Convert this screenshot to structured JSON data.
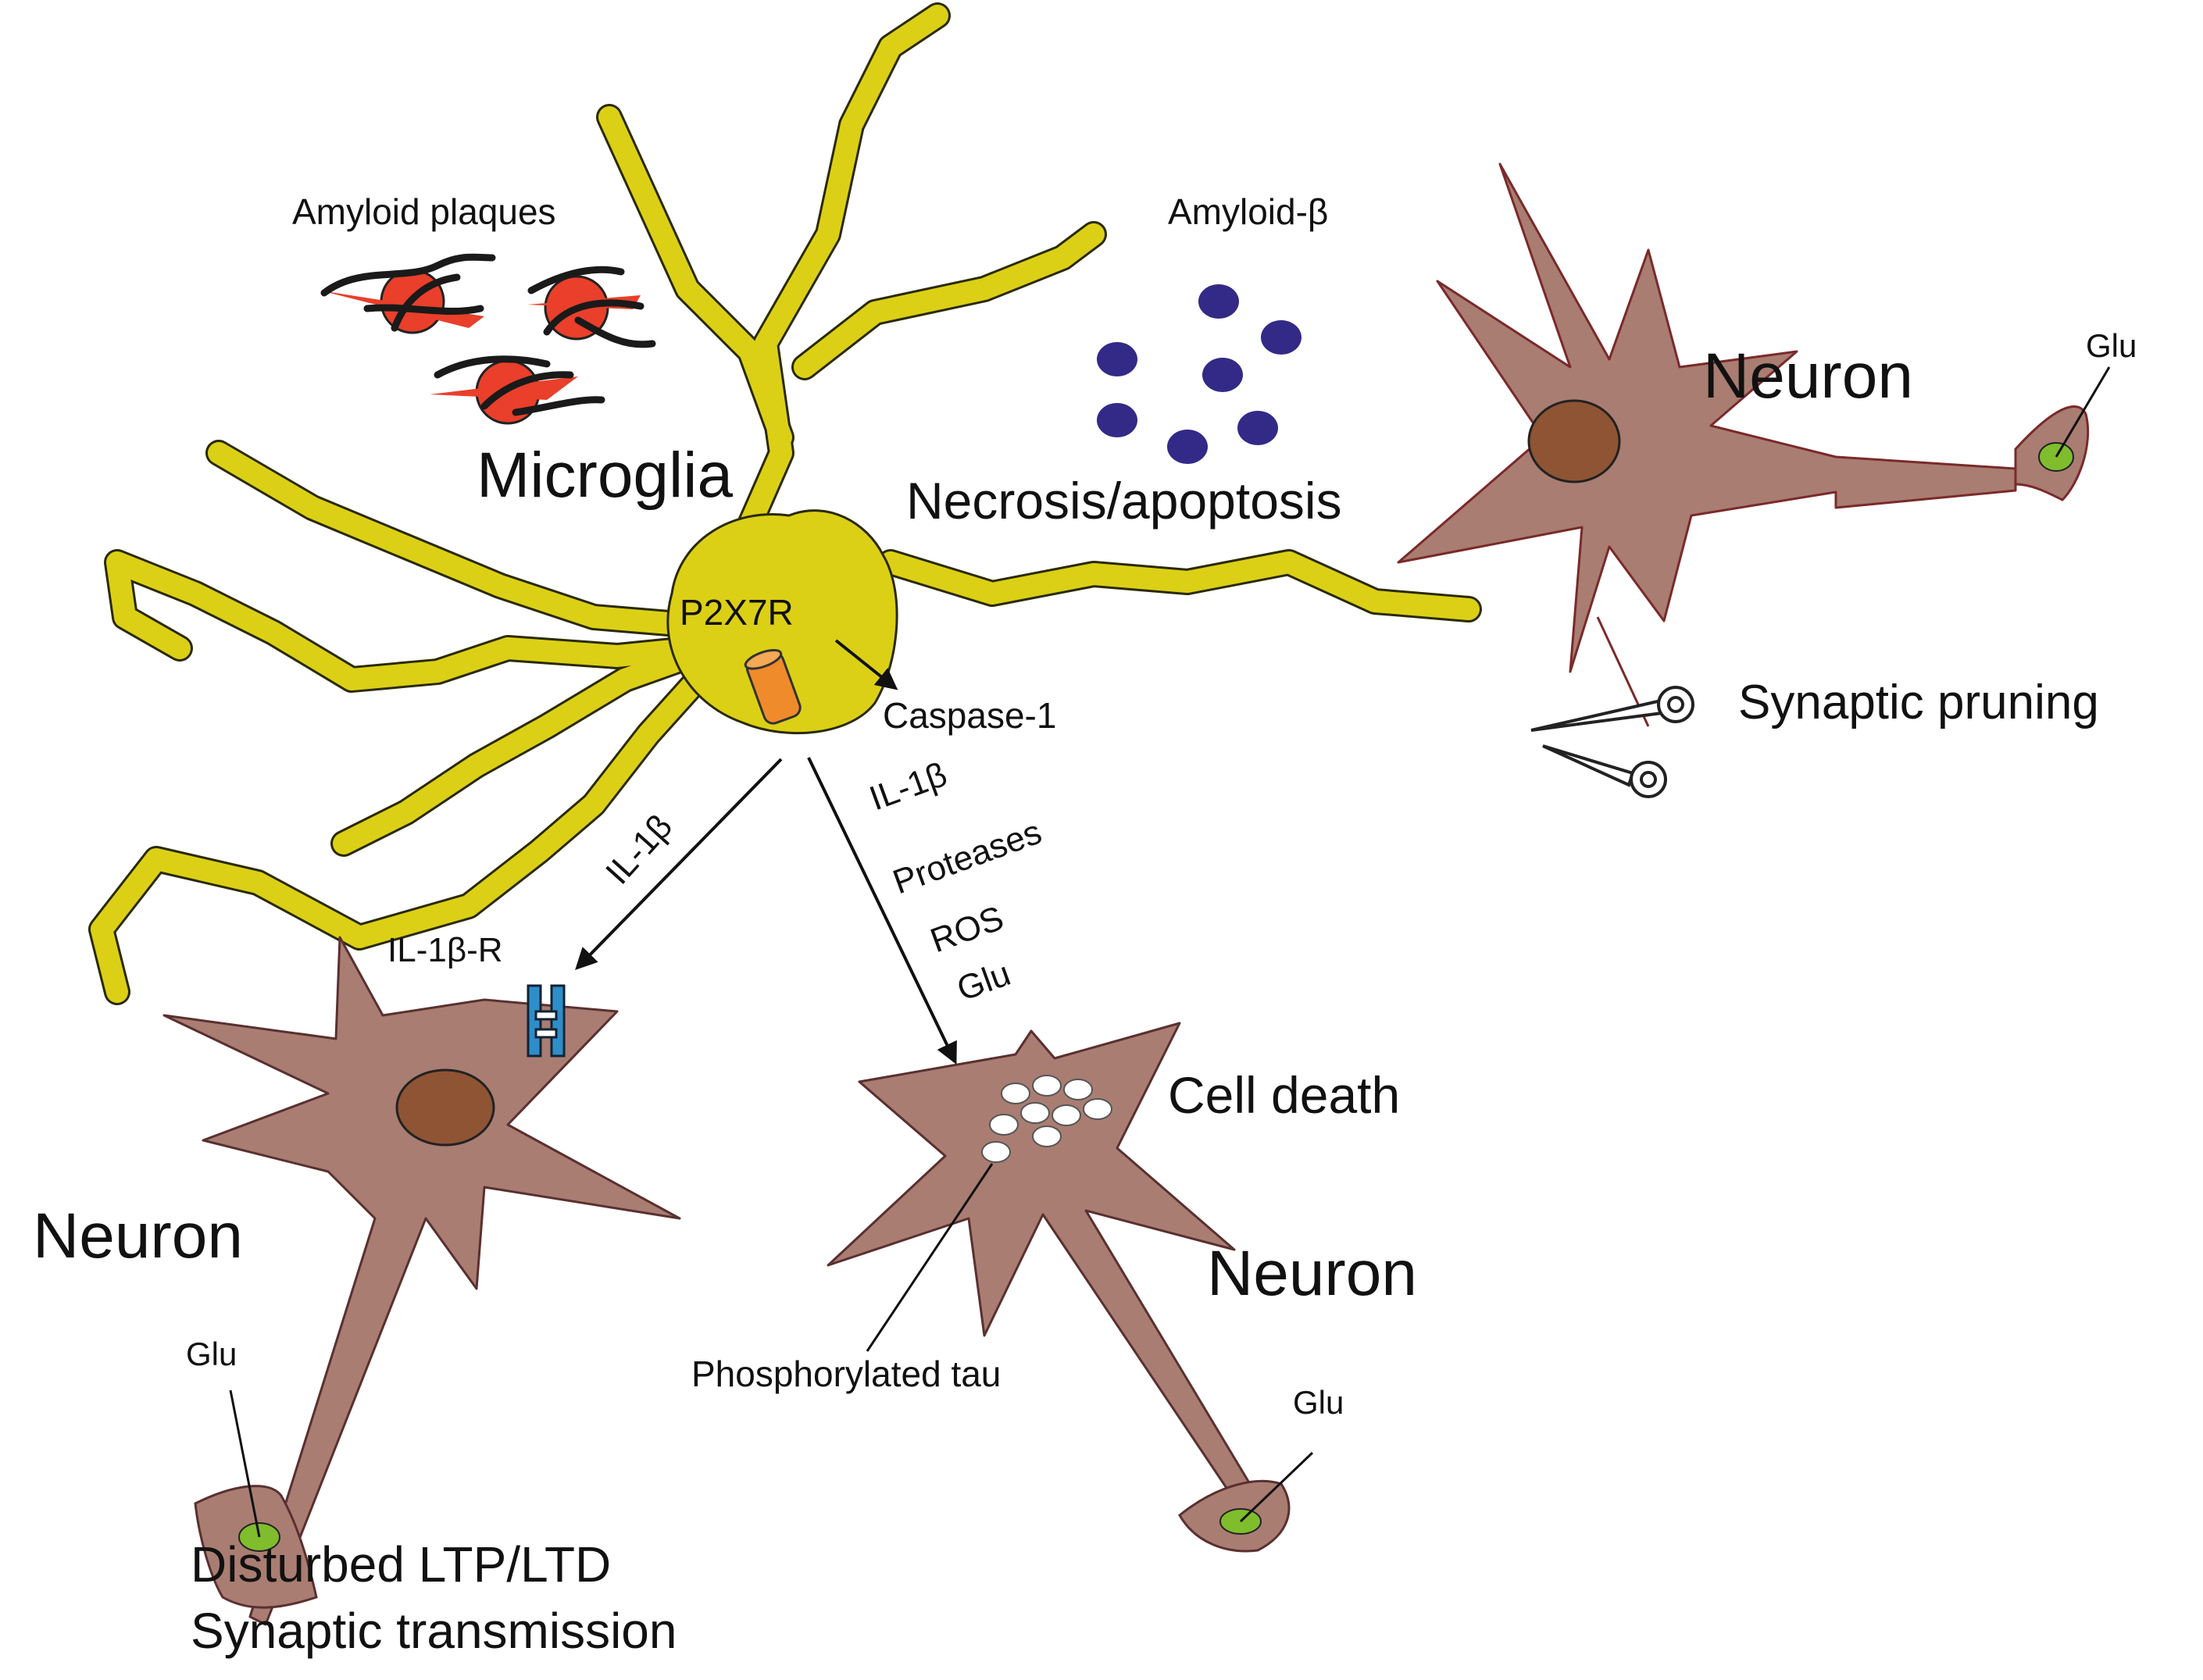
{
  "labels": {
    "amyloid_plaques": "Amyloid plaques",
    "amyloid_beta": "Amyloid-β",
    "microglia": "Microglia",
    "necrosis_apoptosis": "Necrosis/apoptosis",
    "neuron_top_right": "Neuron",
    "glu_top_right": "Glu",
    "synaptic_pruning": "Synaptic pruning",
    "p2x7r": "P2X7R",
    "caspase_1": "Caspase-1",
    "il1b_left": "IL-1β",
    "il1b_right": "IL-1β",
    "proteases": "Proteases",
    "ros": "ROS",
    "glu_center": "Glu",
    "il1b_r": "IL-1β-R",
    "cell_death": "Cell death",
    "neuron_left": "Neuron",
    "neuron_center": "Neuron",
    "glu_left": "Glu",
    "phosphorylated_tau": "Phosphorylated tau",
    "glu_bottom_center": "Glu",
    "disturbed_ltp_ltd": "Disturbed LTP/LTD",
    "synaptic_transmission": "Synaptic transmission"
  },
  "colors": {
    "microglia_fill": "#dcd016",
    "neuron_fill": "#a97d72",
    "nucleus_fill": "#8f5434",
    "amyloid_beta_dot": "#322a86",
    "plaque_fill": "#ea3f2a",
    "glu_vesicle": "#7fbd2d",
    "receptor_blue": "#2e8ec9",
    "p2x7r_orange": "#f08b2b"
  }
}
